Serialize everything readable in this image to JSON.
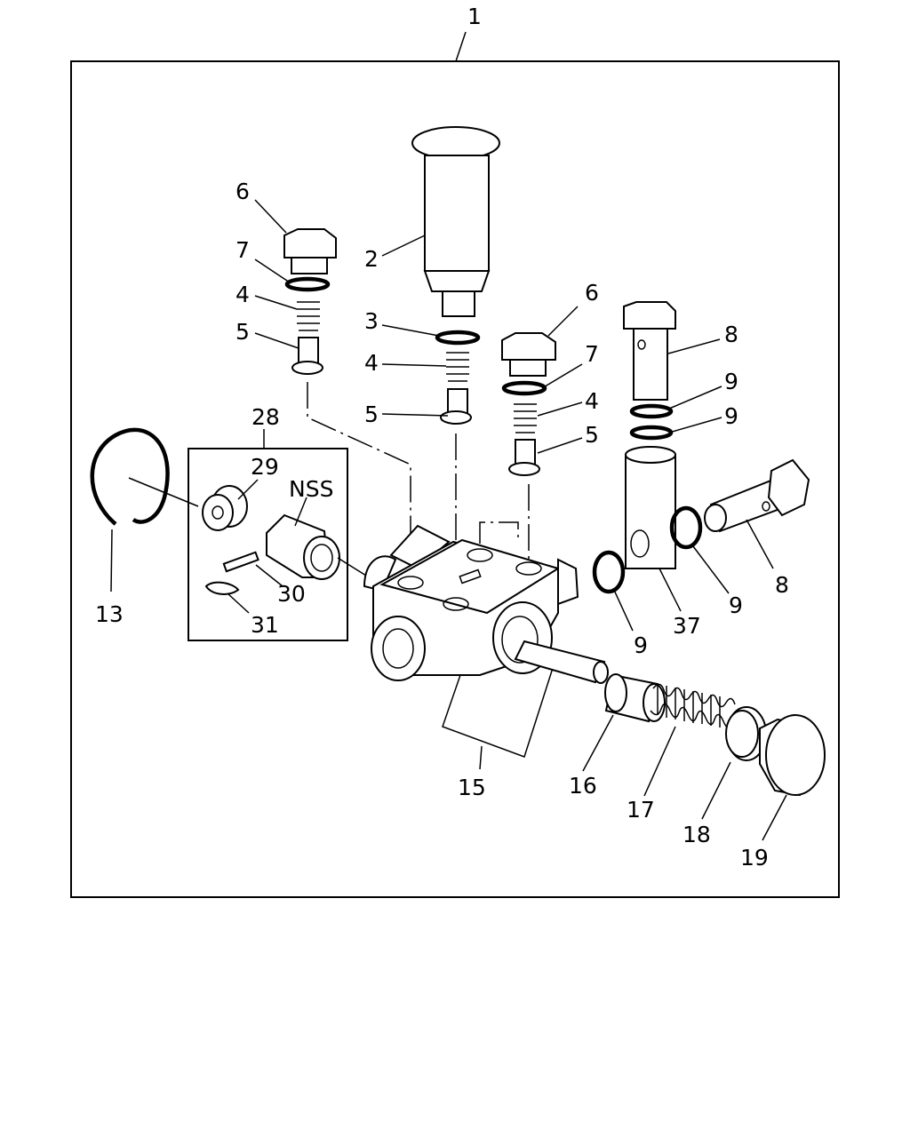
{
  "callouts": {
    "c1": "1",
    "c2": "2",
    "c3": "3",
    "c4a": "4",
    "c4b": "4",
    "c4c": "4",
    "c5a": "5",
    "c5b": "5",
    "c5c": "5",
    "c6a": "6",
    "c6b": "6",
    "c7a": "7",
    "c7b": "7",
    "c8a": "8",
    "c8b": "8",
    "c9a": "9",
    "c9b": "9",
    "c9c": "9",
    "c9d": "9",
    "c13": "13",
    "c15": "15",
    "c16": "16",
    "c17": "17",
    "c18": "18",
    "c19": "19",
    "c28": "28",
    "c29": "29",
    "c30": "30",
    "c31": "31",
    "c37": "37",
    "nss": "NSS"
  }
}
